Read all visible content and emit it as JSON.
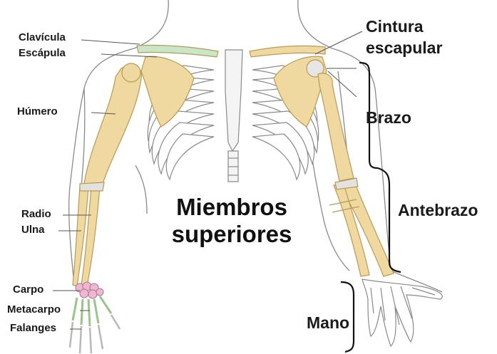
{
  "title": {
    "line1": "Miembros",
    "line2": "superiores"
  },
  "left_labels": {
    "clavicula": "Clavícula",
    "escapula": "Escápula",
    "humero": "Húmero",
    "radio": "Radio",
    "ulna": "Ulna",
    "carpo": "Carpo",
    "metacarpo": "Metacarpo",
    "falanges": "Falanges"
  },
  "right_labels": {
    "cintura_line1": "Cintura",
    "cintura_line2": "escapular",
    "brazo": "Brazo",
    "antebrazo": "Antebrazo",
    "mano": "Mano"
  },
  "colors": {
    "bone": "#efd9a0",
    "bone_outline": "#b89a55",
    "rib": "#ffffff",
    "rib_outline": "#8a8a8a",
    "skin_outline": "#8a8a8a",
    "carpal": "#f2b6cf",
    "metacarpal": "#c9e3b0",
    "clavicle": "#c8e6c8"
  }
}
